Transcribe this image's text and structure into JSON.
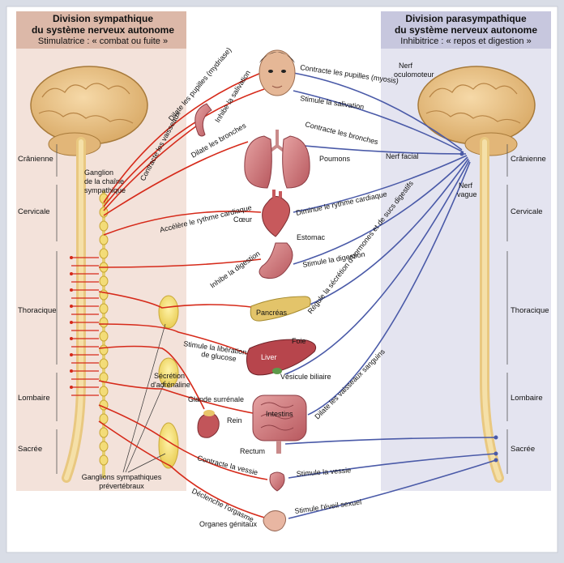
{
  "sympathetic": {
    "title_line1": "Division sympathique",
    "title_line2": "du système nerveux autonome",
    "subtitle": "Stimulatrice : « combat ou fuite »",
    "color": "#d62a1a"
  },
  "parasympathetic": {
    "title_line1": "Division parasympathique",
    "title_line2": "du système nerveux autonome",
    "subtitle": "Inhibitrice : « repos et digestion »",
    "color": "#4a5aa8"
  },
  "spinal_segments_left": [
    "Crânienne",
    "Cervicale",
    "Thoracique",
    "Lombaire",
    "Sacrée"
  ],
  "spinal_segments_right": [
    "Crânienne",
    "Cervicale",
    "Thoracique",
    "Lombaire",
    "Sacrée"
  ],
  "ganglia_labels": {
    "chain_line1": "Ganglion",
    "chain_line2": "de la chaîne",
    "chain_line3": "sympathique",
    "prevertebral_line1": "Ganglions sympathiques",
    "prevertebral_line2": "prévertébraux"
  },
  "nerve_labels": {
    "oculomotor_line1": "Nerf",
    "oculomotor_line2": "oculomoteur",
    "facial": "Nerf facial",
    "vagus_line1": "Nerf",
    "vagus_line2": "vague"
  },
  "organs": {
    "lungs": "Poumons",
    "heart": "Cœur",
    "stomach": "Estomac",
    "pancreas": "Pancréas",
    "liver_label": "Foie",
    "liver_inner": "Liver",
    "gallbladder": "Vésicule biliaire",
    "adrenal": "Glande surrénale",
    "kidney": "Rein",
    "intestines": "Intestins",
    "rectum": "Rectum",
    "genitals": "Organes génitaux",
    "adrenal_secretion_line1": "Sécrétion",
    "adrenal_secretion_line2": "d'adrénaline"
  },
  "sympathetic_effects": {
    "dilate_pupils": "Dilate les pupilles (mydriase)",
    "inhibit_salivation": "Inhibe la salivation",
    "constrict_vessels": "Contracte les vaisseaux",
    "dilate_bronchi": "Dilate les bronches",
    "accelerate_heart": "Accélère le rythme cardiaque",
    "inhibit_digestion": "Inhibe la digestion",
    "glucose_line1": "Stimule la libération",
    "glucose_line2": "de glucose",
    "contract_bladder": "Contracte la vessie",
    "orgasm": "Déclenche l'orgasme"
  },
  "parasympathetic_effects": {
    "contract_pupils": "Contracte les pupilles (myosis)",
    "stimulate_salivation": "Stimule la salivation",
    "contract_bronchi": "Contracte les bronches",
    "slow_heart": "Diminue le rythme cardiaque",
    "stimulate_digestion": "Stimule la digestion",
    "hormone_secretion": "Régule la sécrétion d'hormones et de sucs digestifs",
    "dilate_vessels": "Dilate les vaisseaux sanguins",
    "stimulate_bladder": "Stimule la vessie",
    "sexual_arousal": "Stimule l'éveil sexuel"
  }
}
